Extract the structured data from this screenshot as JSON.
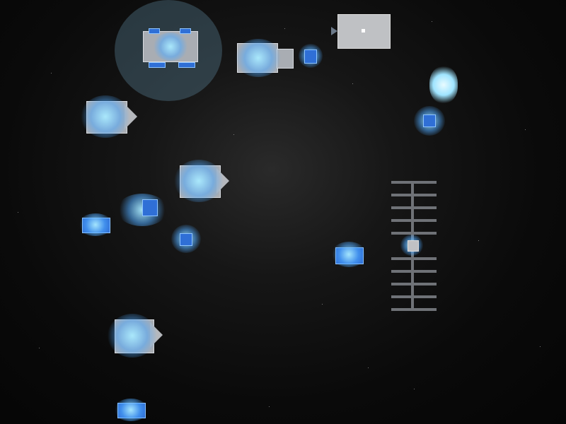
{
  "scene": {
    "background_color": "#0a0a0a",
    "accent_color": "#4fb3ff",
    "hull_color": "#a9adb3",
    "selection_ring_color": "#5a8296"
  },
  "units": [
    {
      "id": "selected-frigate",
      "kind": "frigate",
      "selected": true
    },
    {
      "id": "cruiser-top",
      "kind": "cruiser"
    },
    {
      "id": "fighter-top",
      "kind": "fighter"
    },
    {
      "id": "cargo-block",
      "kind": "structure"
    },
    {
      "id": "energy-bolt",
      "kind": "projectile"
    },
    {
      "id": "drone-right",
      "kind": "drone"
    },
    {
      "id": "cruiser-left",
      "kind": "cruiser"
    },
    {
      "id": "cruiser-mid",
      "kind": "cruiser"
    },
    {
      "id": "fighter-mid",
      "kind": "fighter"
    },
    {
      "id": "corvette-left",
      "kind": "corvette"
    },
    {
      "id": "drone-mid",
      "kind": "drone"
    },
    {
      "id": "corvette-center",
      "kind": "corvette"
    },
    {
      "id": "space-station",
      "kind": "station"
    },
    {
      "id": "cruiser-bottom",
      "kind": "cruiser"
    },
    {
      "id": "corvette-bottom",
      "kind": "corvette"
    }
  ]
}
